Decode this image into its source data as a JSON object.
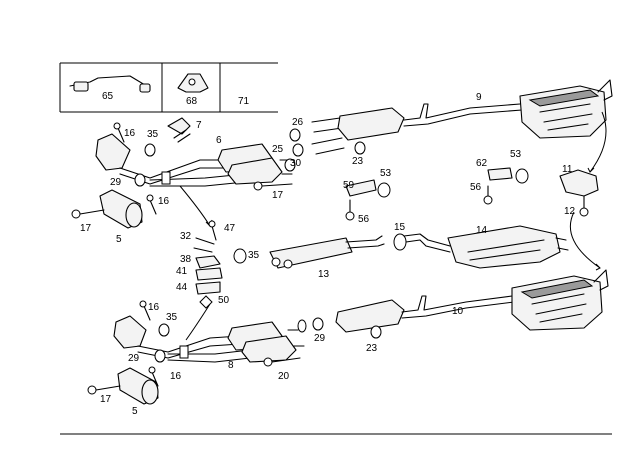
{
  "diagram": {
    "inset_labels": [
      "65",
      "68",
      "71"
    ],
    "callouts": {
      "p1": "16",
      "p2": "35",
      "p3": "7",
      "p4": "6",
      "p5": "29",
      "p6": "16",
      "p7": "17",
      "p8": "5",
      "p9": "26",
      "p10": "25",
      "p11": "30",
      "p12": "17",
      "p13": "23",
      "p14": "9",
      "p15": "47",
      "p16": "32",
      "p17": "35",
      "p18": "38",
      "p19": "41",
      "p20": "44",
      "p21": "50",
      "p22": "59",
      "p23": "56",
      "p24": "53",
      "p25": "62",
      "p26": "53",
      "p27": "56",
      "p28": "11",
      "p29": "12",
      "p30": "15",
      "p31": "14",
      "p32": "13",
      "p33": "16",
      "p34": "35",
      "p35": "29",
      "p36": "8",
      "p37": "20",
      "p38": "29",
      "p39": "23",
      "p40": "10",
      "p41": "17",
      "p42": "16",
      "p43": "5"
    }
  }
}
